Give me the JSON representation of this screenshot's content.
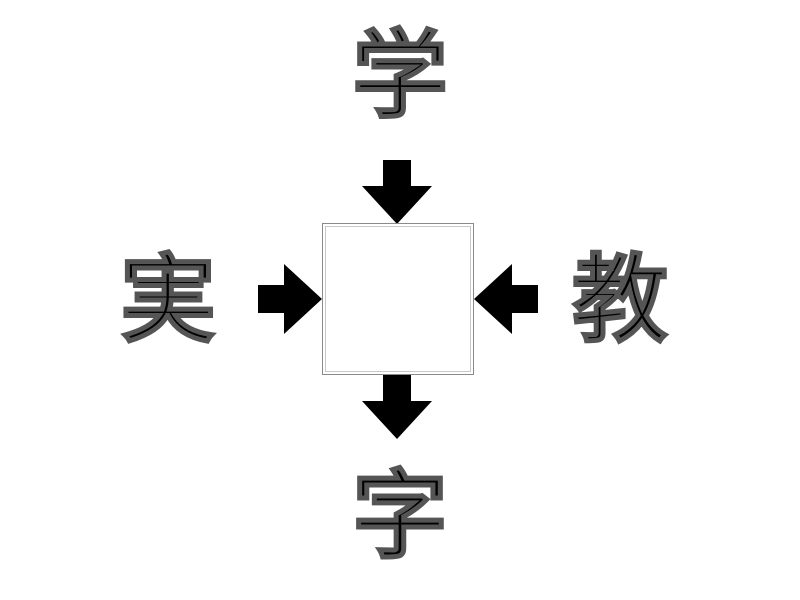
{
  "puzzle": {
    "top": "学",
    "left": "実",
    "right": "教",
    "bottom": "字",
    "answer_box": ""
  },
  "icons": {
    "arrow_top": "arrow-down-icon",
    "arrow_left": "arrow-right-icon",
    "arrow_right": "arrow-left-icon",
    "arrow_bottom": "arrow-down-icon"
  },
  "colors": {
    "text": "#000000",
    "arrow": "#000000",
    "box_border": "#8a8a8a",
    "background": "#ffffff"
  }
}
